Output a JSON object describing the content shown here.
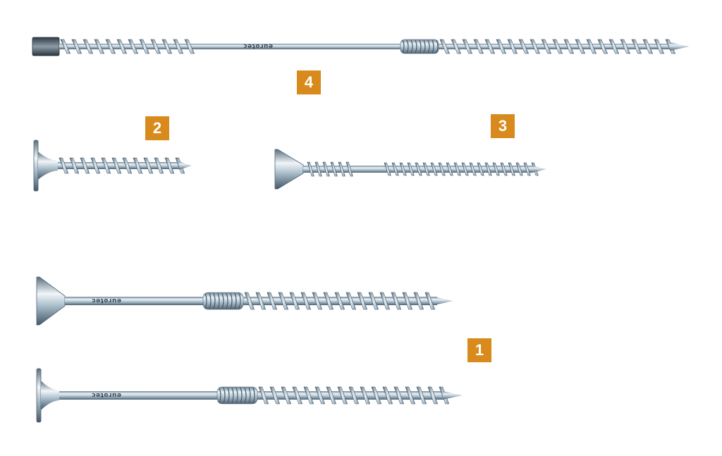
{
  "colors": {
    "badge": "#d98a1c",
    "steel_light": "#e6f0f6",
    "steel_mid": "#9fb6c6",
    "steel_dark": "#4f6373",
    "background": "#ffffff"
  },
  "screws": [
    {
      "id": "screw-4",
      "badge": "4",
      "head": "cylinder-head",
      "brand_mark": "eurotec"
    },
    {
      "id": "screw-2",
      "badge": "2",
      "head": "washer-head",
      "brand_mark": ""
    },
    {
      "id": "screw-3",
      "badge": "3",
      "head": "countersunk-head",
      "brand_mark": ""
    },
    {
      "id": "screw-1a",
      "badge": "",
      "head": "countersunk-head",
      "brand_mark": "eurotec"
    },
    {
      "id": "screw-1b",
      "badge": "1",
      "head": "washer-head",
      "brand_mark": "eurotec"
    }
  ]
}
